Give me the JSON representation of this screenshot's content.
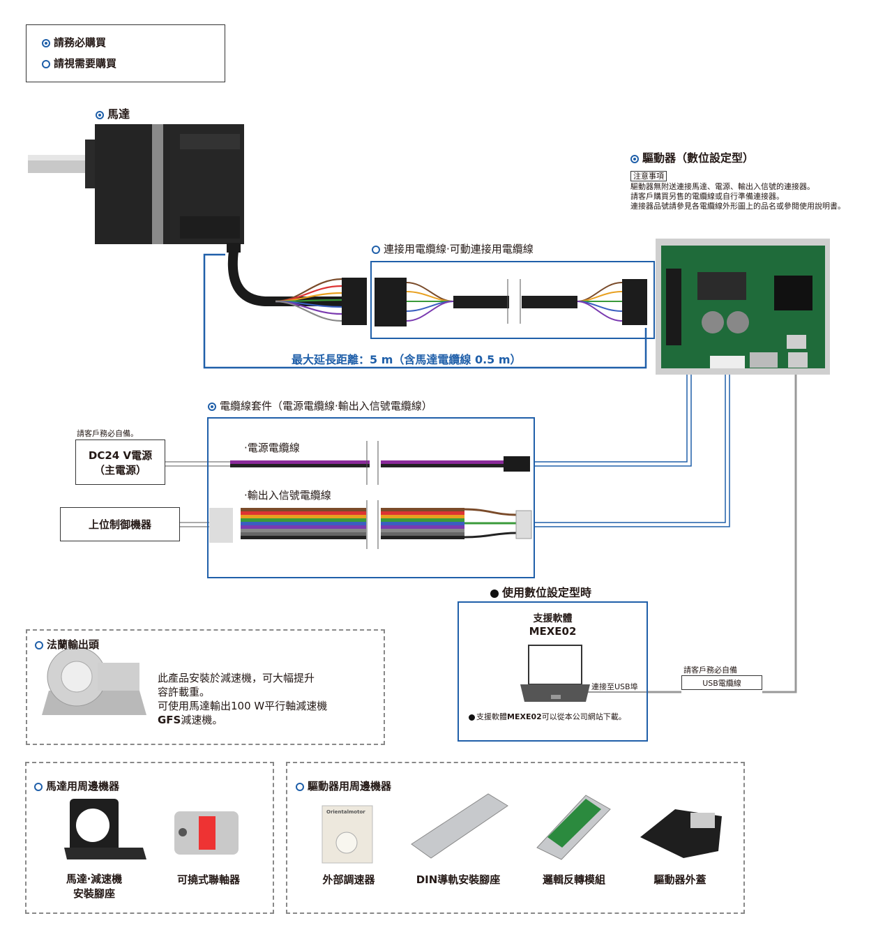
{
  "legend": {
    "required": "請務必購買",
    "optional": "請視需要購買"
  },
  "motor": {
    "label": "馬達"
  },
  "driver": {
    "title": "驅動器（數位設定型）",
    "note_tag": "注意事項",
    "notes": [
      "驅動器無附送連接馬達、電源、輸出入信號的連接器。",
      "請客戶購買另售的電纜線或自行準備連接器。",
      "連接器品號請參見各電纜線外形圖上的品名或參閱使用說明書。"
    ]
  },
  "connection_cable": {
    "label": "連接用電纜線‧可動連接用電纜線"
  },
  "max_extension": "最大延長距離：5 m（含馬達電纜線 0.5 m）",
  "cable_kit": {
    "label": "電纜線套件（電源電纜線‧輸出入信號電纜線）",
    "power_cable": "‧電源電纜線",
    "io_cable": "‧輸出入信號電纜線"
  },
  "customer_note_power": "請客戶務必自備。",
  "power_supply": {
    "line1": "DC24 V電源",
    "line2": "（主電源）"
  },
  "host_controller": "上位制御機器",
  "digital_setting": {
    "title": "使用數位設定型時",
    "software_label": "支援軟體",
    "software_name": "MEXE02",
    "usb_port": "連接至USB埠",
    "download_note_prefix": "支援軟體",
    "download_note_name": "MEXE02",
    "download_note_suffix": "可以從本公司網站下載。"
  },
  "usb": {
    "customer_note": "請客戶務必自備",
    "cable": "USB電纜線"
  },
  "flange": {
    "title": "法蘭輸出頭",
    "desc_line1": "此產品安裝於減速機，可大幅提升",
    "desc_line2": "容許載重。",
    "desc_line3": "可使用馬達輸出100 W平行軸減速機",
    "desc_gfs": "GFS",
    "desc_line4_suffix": "減速機。"
  },
  "motor_peripherals": {
    "title": "馬達用周邊機器",
    "items": [
      "馬達‧減速機\n安裝腳座",
      "可撓式聯軸器"
    ]
  },
  "driver_peripherals": {
    "title": "驅動器用周邊機器",
    "items": [
      "外部調速器",
      "DIN導軌安裝腳座",
      "邏輯反轉模組",
      "驅動器外蓋"
    ]
  },
  "pot_brand": "Orientalmotor",
  "colors": {
    "accent": "#1f5fa9",
    "frame_gray": "#888888"
  }
}
